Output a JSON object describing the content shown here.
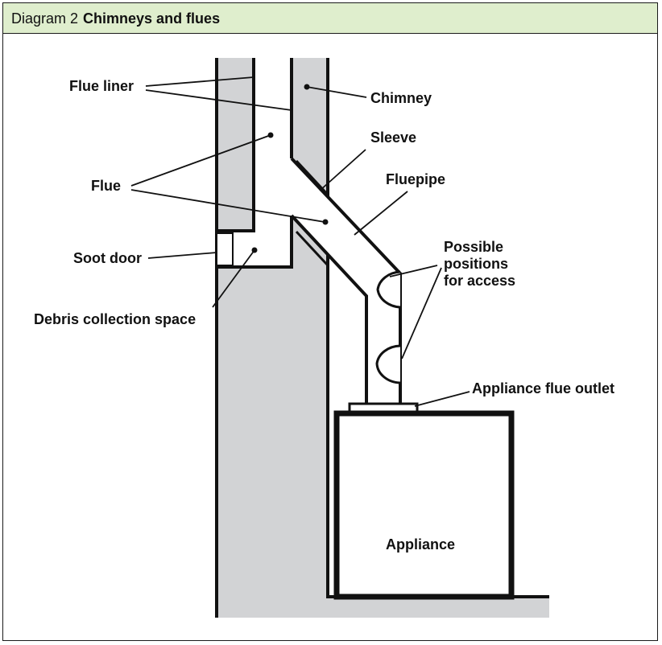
{
  "header": {
    "diagram_number": "Diagram 2",
    "title": "Chimneys and flues"
  },
  "labels": {
    "flue_liner": "Flue liner",
    "chimney": "Chimney",
    "sleeve": "Sleeve",
    "flue": "Flue",
    "fluepipe": "Fluepipe",
    "soot_door": "Soot door",
    "possible_line1": "Possible",
    "possible_line2": "positions",
    "possible_line3": "for access",
    "debris": "Debris collection space",
    "appliance_flue_outlet": "Appliance flue outlet",
    "appliance": "Appliance"
  },
  "colors": {
    "header_bg": "#dfeecd",
    "masonry": "#d2d3d5",
    "line": "#111111"
  }
}
